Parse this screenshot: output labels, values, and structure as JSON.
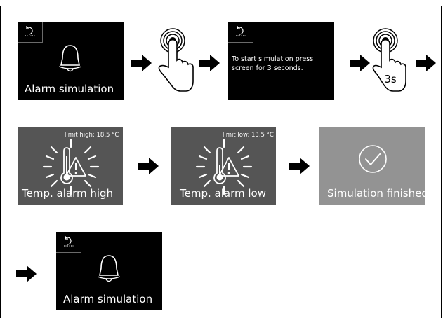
{
  "screens": {
    "alarm_sim_1": {
      "title": "Alarm simulation"
    },
    "instruction": {
      "text_line1": "To start simulation press",
      "text_line2": "screen for 3 seconds."
    },
    "temp_high": {
      "title": "Temp. alarm high",
      "limit": "limit high: 18,5 °C"
    },
    "temp_low": {
      "title": "Temp. alarm low",
      "limit": "limit low: 13,5 °C"
    },
    "finished": {
      "title": "Simulation finished"
    },
    "alarm_sim_2": {
      "title": "Alarm simulation"
    }
  },
  "gestures": {
    "hold_duration": "3s"
  },
  "icons": [
    "back-icon",
    "bell-icon",
    "tap-hand-icon",
    "hold-hand-icon",
    "thermometer-warning-icon",
    "checkmark-circle-icon",
    "arrow-right-icon"
  ],
  "colors": {
    "screen_dark": "#000000",
    "screen_alarm": "#555555",
    "screen_finished": "#939393",
    "arrow": "#000000"
  }
}
